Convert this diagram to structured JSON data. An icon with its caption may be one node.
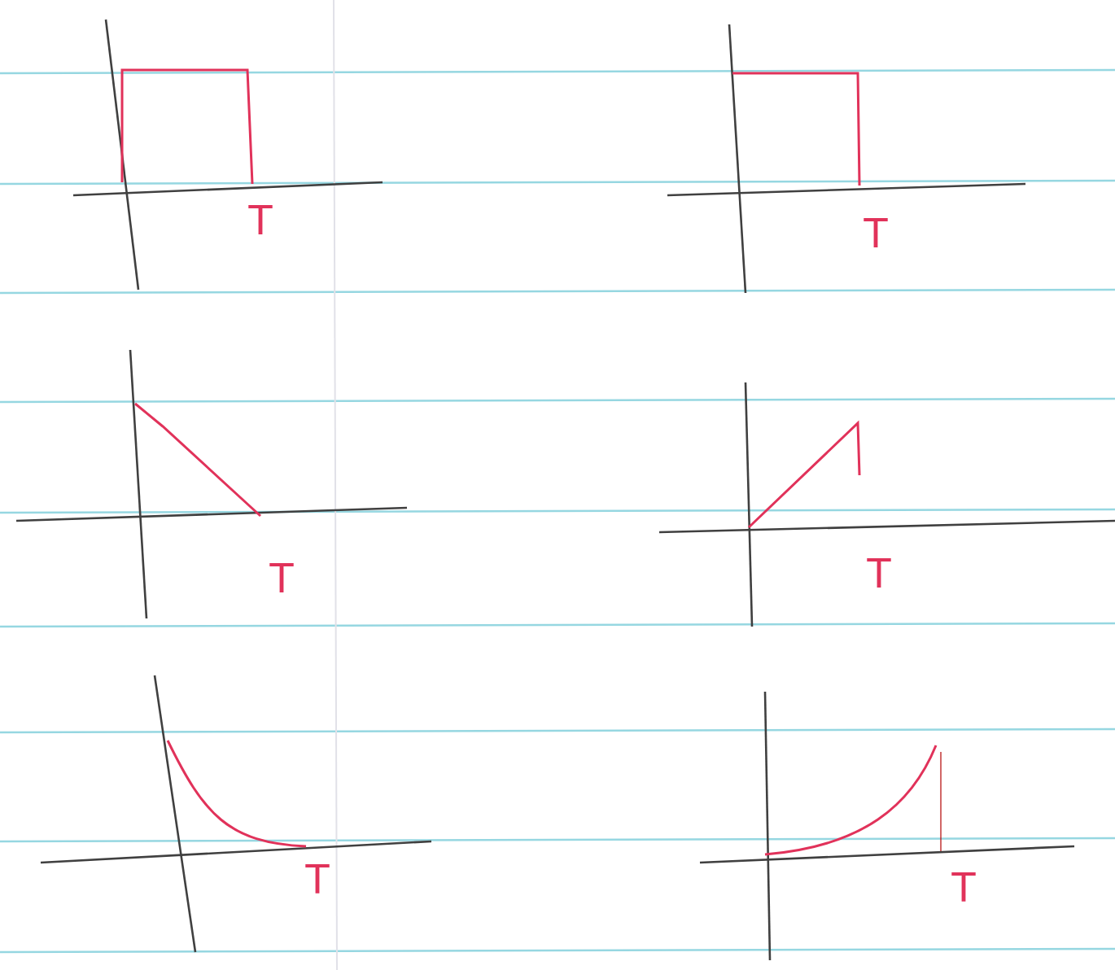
{
  "diagram": {
    "labels": [
      "T",
      "T",
      "T",
      "T",
      "T",
      "T"
    ]
  }
}
